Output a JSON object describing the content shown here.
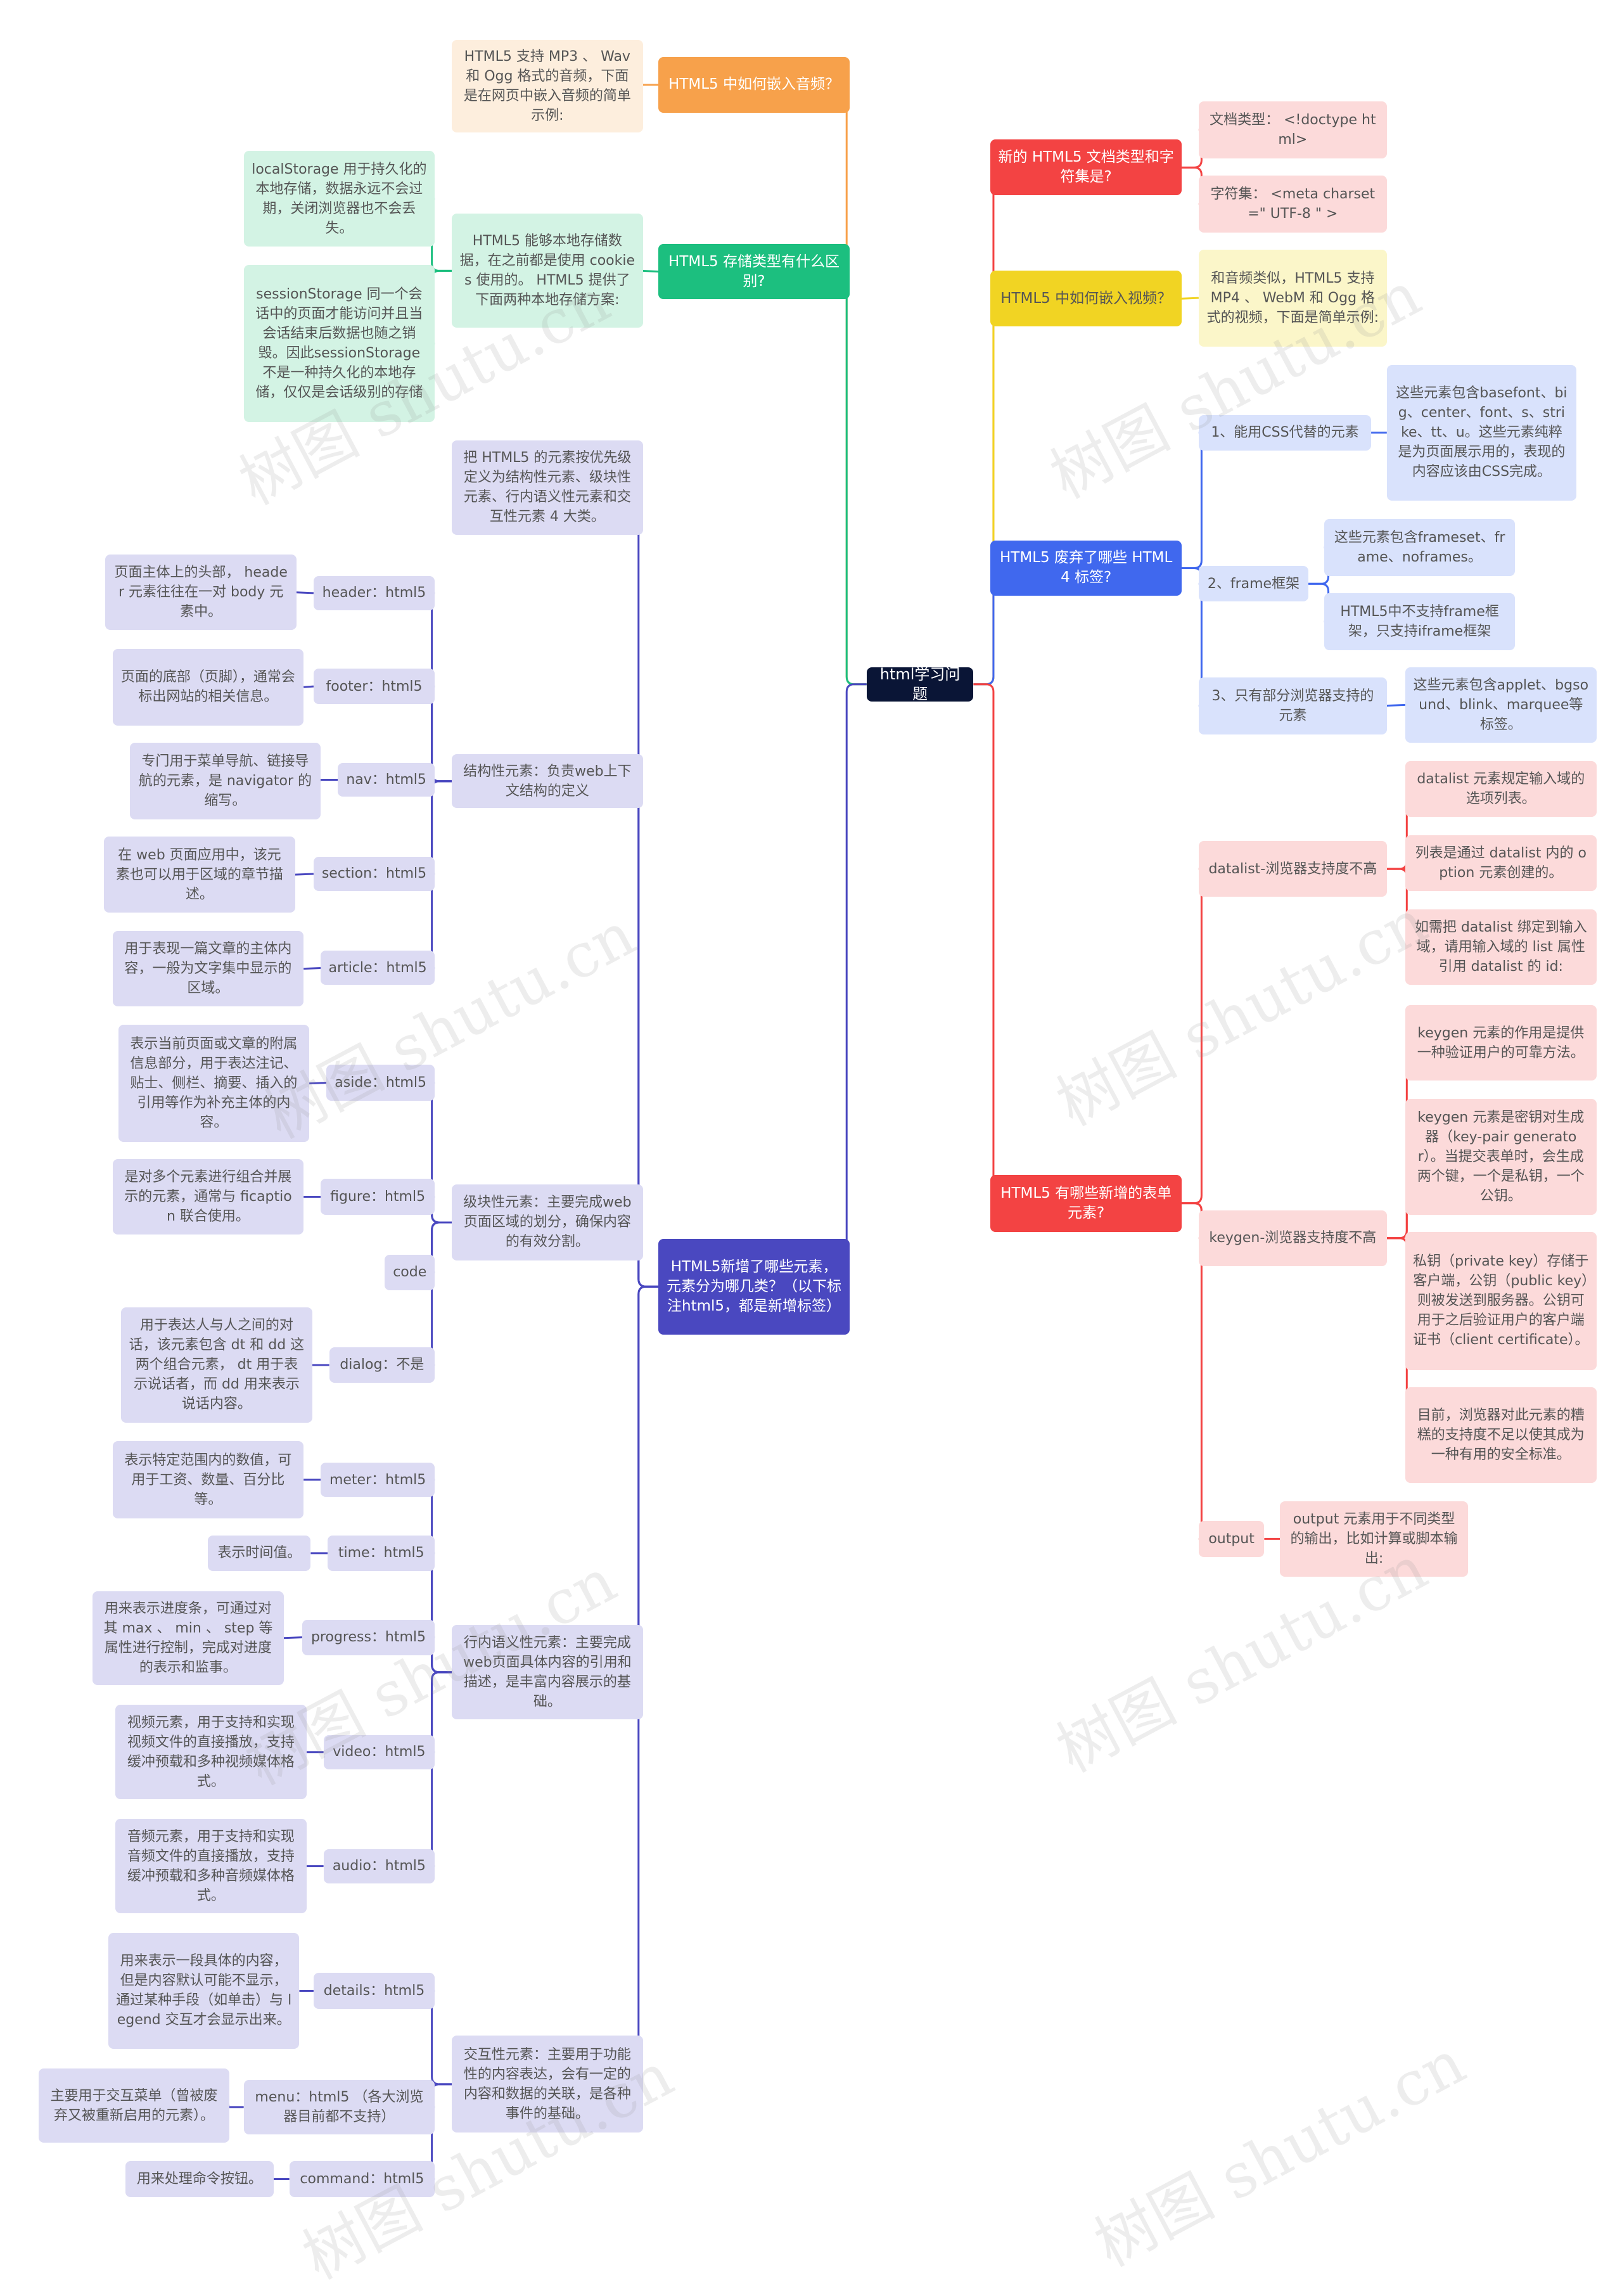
{
  "palette": {
    "root": {
      "bg": "#0a1536",
      "fg": "#ffffff",
      "line": "#0a1536"
    },
    "orange": {
      "bg": "#f7a14b",
      "fg": "#ffffff",
      "leafBg": "#fdeedd",
      "leafFg": "#555555",
      "line": "#f7a14b"
    },
    "green": {
      "bg": "#1cbf7f",
      "fg": "#ffffff",
      "leafBg": "#d3f3e4",
      "leafFg": "#555555",
      "line": "#1cbf7f"
    },
    "indigo": {
      "bg": "#4a48c0",
      "fg": "#ffffff",
      "leafBg": "#dcdbf3",
      "leafFg": "#555555",
      "line": "#4a48c0"
    },
    "red": {
      "bg": "#f34343",
      "fg": "#ffffff",
      "leafBg": "#fcdada",
      "leafFg": "#555555",
      "line": "#f34343"
    },
    "yellow": {
      "bg": "#f1d423",
      "fg": "#555555",
      "leafBg": "#fbf6c9",
      "leafFg": "#555555",
      "line": "#f1d423"
    },
    "blue": {
      "bg": "#4068ee",
      "fg": "#ffffff",
      "leafBg": "#d9e2fc",
      "leafFg": "#555555",
      "line": "#4068ee"
    }
  },
  "watermark": "树图 shutu.cn",
  "root": {
    "text": "html学习问题"
  },
  "branches": [
    {
      "id": "b_audio",
      "text": "HTML5 中如何嵌入音频？",
      "color": "orange",
      "children": [
        {
          "id": "audio_leaf",
          "text": "HTML5 支持 MP3 、 Wav 和 Ogg 格式的音频，下面是在网页中嵌入音频的简单示例:"
        }
      ]
    },
    {
      "id": "b_storage",
      "text": "HTML5 存储类型有什么区别?",
      "color": "green",
      "children": [
        {
          "id": "storage_mid",
          "text": "HTML5 能够本地存储数据，在之前都是使用 cookies 使用的。 HTML5 提供了下面两种本地存储方案:",
          "children": [
            {
              "id": "storage_local",
              "text": "localStorage  用于持久化的本地存储，数据永远不会过期，关闭浏览器也不会丢失。"
            },
            {
              "id": "storage_session",
              "text": "sessionStorage  同一个会话中的页面才能访问并且当会话结束后数据也随之销毁。因此sessionStorage不是一种持久化的本地存储，仅仅是会话级别的存储"
            }
          ]
        }
      ]
    },
    {
      "id": "b_new",
      "text": "HTML5新增了哪些元素，元素分为哪几类？（以下标注html5，都是新增标签）",
      "color": "indigo",
      "children": [
        {
          "id": "cat_intro",
          "text": "把 HTML5 的元素按优先级定义为结构性元素、级块性元素、行内语义性元素和交互性元素 4 大类。"
        },
        {
          "id": "cat_struct",
          "text": "结构性元素：负责web上下文结构的定义",
          "children": [
            {
              "id": "el_header",
              "text": "header：html5",
              "children": [
                {
                  "id": "d_header",
                  "text": "页面主体上的头部， header 元素往往在一对 body 元素中。"
                }
              ]
            },
            {
              "id": "el_footer",
              "text": "footer：html5",
              "children": [
                {
                  "id": "d_footer",
                  "text": "页面的底部（页脚），通常会标出网站的相关信息。"
                }
              ]
            },
            {
              "id": "el_nav",
              "text": "nav：html5",
              "children": [
                {
                  "id": "d_nav",
                  "text": "专门用于菜单导航、链接导航的元素，是 navigator 的缩写。"
                }
              ]
            },
            {
              "id": "el_section",
              "text": "section：html5",
              "children": [
                {
                  "id": "d_section",
                  "text": "在 web 页面应用中，该元素也可以用于区域的章节描述。"
                }
              ]
            },
            {
              "id": "el_article",
              "text": "article：html5",
              "children": [
                {
                  "id": "d_article",
                  "text": "用于表现一篇文章的主体内容，一般为文字集中显示的区域。"
                }
              ]
            }
          ]
        },
        {
          "id": "cat_block",
          "text": "级块性元素：主要完成web页面区域的划分，确保内容的有效分割。",
          "children": [
            {
              "id": "el_aside",
              "text": "aside：html5",
              "children": [
                {
                  "id": "d_aside",
                  "text": "表示当前页面或文章的附属信息部分，用于表达注记、贴士、侧栏、摘要、插入的引用等作为补充主体的内容。"
                }
              ]
            },
            {
              "id": "el_figure",
              "text": "figure：html5",
              "children": [
                {
                  "id": "d_figure",
                  "text": "是对多个元素进行组合并展示的元素，通常与 ficaption 联合使用。"
                }
              ]
            },
            {
              "id": "el_code",
              "text": "code"
            },
            {
              "id": "el_dialog",
              "text": "dialog：不是",
              "children": [
                {
                  "id": "d_dialog",
                  "text": "用于表达人与人之间的对话，该元素包含 dt 和 dd 这两个组合元素， dt 用于表示说话者，而 dd 用来表示说话内容。"
                }
              ]
            }
          ]
        },
        {
          "id": "cat_inline",
          "text": "行内语义性元素：主要完成web页面具体内容的引用和描述，是丰富内容展示的基础。",
          "children": [
            {
              "id": "el_meter",
              "text": "meter：html5",
              "children": [
                {
                  "id": "d_meter",
                  "text": "表示特定范围内的数值，可用于工资、数量、百分比等。"
                }
              ]
            },
            {
              "id": "el_time",
              "text": "time：html5",
              "children": [
                {
                  "id": "d_time",
                  "text": "表示时间值。"
                }
              ]
            },
            {
              "id": "el_progress",
              "text": "progress：html5",
              "children": [
                {
                  "id": "d_progress",
                  "text": "用来表示进度条，可通过对其 max 、 min 、 step 等属性进行控制，完成对进度的表示和监事。"
                }
              ]
            },
            {
              "id": "el_video",
              "text": "video：html5",
              "children": [
                {
                  "id": "d_video",
                  "text": "视频元素，用于支持和实现视频文件的直接播放，支持缓冲预载和多种视频媒体格式。"
                }
              ]
            },
            {
              "id": "el_audio",
              "text": "audio：html5",
              "children": [
                {
                  "id": "d_audio",
                  "text": "音频元素，用于支持和实现音频文件的直接播放，支持缓冲预载和多种音频媒体格式。"
                }
              ]
            }
          ]
        },
        {
          "id": "cat_interact",
          "text": "交互性元素：主要用于功能性的内容表达，会有一定的内容和数据的关联，是各种事件的基础。",
          "children": [
            {
              "id": "el_details",
              "text": "details：html5",
              "children": [
                {
                  "id": "d_details",
                  "text": "用来表示一段具体的内容，但是内容默认可能不显示，通过某种手段（如单击）与 legend 交互才会显示出来。"
                }
              ]
            },
            {
              "id": "el_menu",
              "text": "menu：html5 （各大浏览器目前都不支持）",
              "children": [
                {
                  "id": "d_menu",
                  "text": "主要用于交互菜单（曾被废弃又被重新启用的元素）。"
                }
              ]
            },
            {
              "id": "el_command",
              "text": "command：html5",
              "children": [
                {
                  "id": "d_command",
                  "text": "用来处理命令按钮。"
                }
              ]
            }
          ]
        }
      ]
    },
    {
      "id": "b_doctype",
      "text": "新的 HTML5 文档类型和字符集是?",
      "color": "red",
      "children": [
        {
          "id": "doctype_leaf",
          "text": "文档类型： <!doctype html>"
        },
        {
          "id": "charset_leaf",
          "text": "字符集： <meta charset=\" UTF-8 \" >"
        }
      ]
    },
    {
      "id": "b_video",
      "text": "HTML5 中如何嵌入视频？",
      "color": "yellow",
      "children": [
        {
          "id": "video_leaf",
          "text": "和音频类似，HTML5 支持 MP4 、 WebM 和 Ogg 格式的视频，下面是简单示例:"
        }
      ]
    },
    {
      "id": "b_deprecated",
      "text": "HTML5 废弃了哪些 HTML4 标签?",
      "color": "blue",
      "children": [
        {
          "id": "dep_css",
          "text": "1、能用CSS代替的元素",
          "children": [
            {
              "id": "dep_css_d",
              "text": "这些元素包含basefont、big、center、font、s、strike、tt、u。这些元素纯粹是为页面展示用的，表现的内容应该由CSS完成。"
            }
          ]
        },
        {
          "id": "dep_frame",
          "text": "2、frame框架",
          "children": [
            {
              "id": "dep_frame_d1",
              "text": "这些元素包含frameset、frame、noframes。"
            },
            {
              "id": "dep_frame_d2",
              "text": "HTML5中不支持frame框架，只支持iframe框架"
            }
          ]
        },
        {
          "id": "dep_partial",
          "text": "3、只有部分浏览器支持的元素",
          "children": [
            {
              "id": "dep_partial_d",
              "text": "这些元素包含applet、bgsound、blink、marquee等标签。"
            }
          ]
        }
      ]
    },
    {
      "id": "b_form",
      "text": "HTML5 有哪些新增的表单元素?",
      "color": "red",
      "children": [
        {
          "id": "form_datalist",
          "text": "datalist-浏览器支持度不高",
          "children": [
            {
              "id": "fd1",
              "text": "datalist 元素规定输入域的选项列表。"
            },
            {
              "id": "fd2",
              "text": "列表是通过 datalist 内的 option 元素创建的。"
            },
            {
              "id": "fd3",
              "text": "如需把 datalist 绑定到输入域，请用输入域的 list 属性引用 datalist 的 id:"
            }
          ]
        },
        {
          "id": "form_keygen",
          "text": "keygen-浏览器支持度不高",
          "children": [
            {
              "id": "fk1",
              "text": "keygen 元素的作用是提供一种验证用户的可靠方法。"
            },
            {
              "id": "fk2",
              "text": "keygen 元素是密钥对生成器（key-pair generator）。当提交表单时，会生成两个键，一个是私钥，一个公钥。"
            },
            {
              "id": "fk3",
              "text": "私钥（private key）存储于客户端，公钥（public key）则被发送到服务器。公钥可用于之后验证用户的客户端证书（client certificate）。"
            },
            {
              "id": "fk4",
              "text": "目前，浏览器对此元素的糟糕的支持度不足以使其成为一种有用的安全标准。"
            }
          ]
        },
        {
          "id": "form_output",
          "text": "output",
          "children": [
            {
              "id": "fo1",
              "text": "output 元素用于不同类型的输出，比如计算或脚本输出:"
            }
          ]
        }
      ]
    }
  ]
}
